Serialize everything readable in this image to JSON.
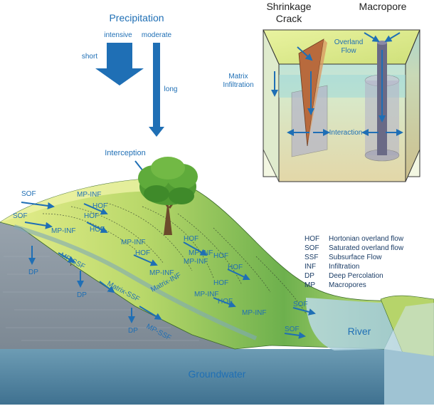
{
  "precipitation": {
    "title": "Precipitation",
    "intensive": "intensive",
    "moderate": "moderate",
    "short": "short",
    "long": "long"
  },
  "interception": "Interception",
  "inset": {
    "shrinkage_crack": [
      "Shrinkage",
      "Crack"
    ],
    "macropore": "Macropore",
    "overland_flow": [
      "Overland",
      "Flow"
    ],
    "matrix_infiltration": [
      "Matrix",
      "Infiltration"
    ],
    "interaction": "Interaction"
  },
  "landscape_labels": {
    "sof": "SOF",
    "hof": "HOF",
    "mp_inf": "MP-INF",
    "mp_ssf": "MP-SSF",
    "matrix_inf": "Matrix-INF",
    "matrix_ssf": "Matrix-SSF",
    "dp": "DP",
    "river": "River",
    "groundwater": "Groundwater"
  },
  "legend": [
    {
      "abbr": "HOF",
      "text": "Hortonian overland flow"
    },
    {
      "abbr": "SOF",
      "text": "Saturated overland flow"
    },
    {
      "abbr": "SSF",
      "text": "Subsurface Flow"
    },
    {
      "abbr": "INF",
      "text": "Infiltration"
    },
    {
      "abbr": "DP",
      "text": "Deep Percolation"
    },
    {
      "abbr": "MP",
      "text": "Macropores"
    }
  ],
  "colors": {
    "arrow": "#1f6fb5",
    "grass_light": "#dfe97a",
    "grass_dark": "#4a9a3c",
    "water": "#5f8fa8",
    "rock": "#8e9aa5",
    "soil": "#d9c79a"
  }
}
